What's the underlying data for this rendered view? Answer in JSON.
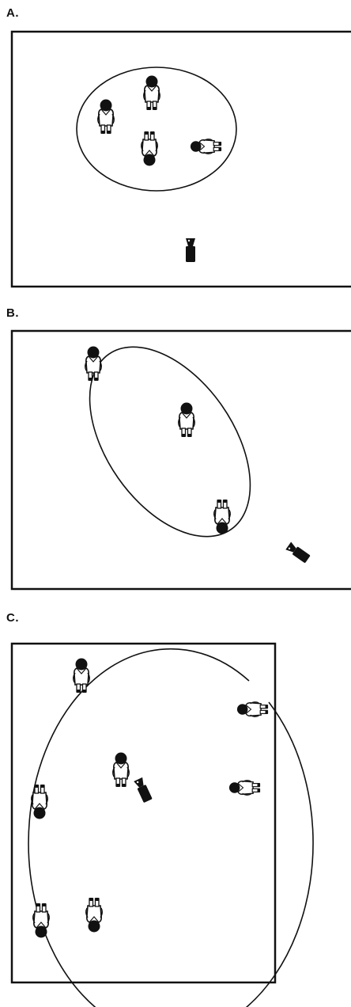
{
  "figure": {
    "panels": [
      {
        "id": "A",
        "label": "A.",
        "people": 4,
        "camera_count": 1
      },
      {
        "id": "B",
        "label": "B.",
        "people": 3,
        "camera_count": 1
      },
      {
        "id": "C",
        "label": "C.",
        "people": 7,
        "camera_count": 1
      }
    ]
  },
  "colors": {
    "ink": "#111111",
    "background": "#ffffff"
  },
  "icons": {
    "person": "person-topdown-icon",
    "camera": "camera-topdown-icon"
  }
}
